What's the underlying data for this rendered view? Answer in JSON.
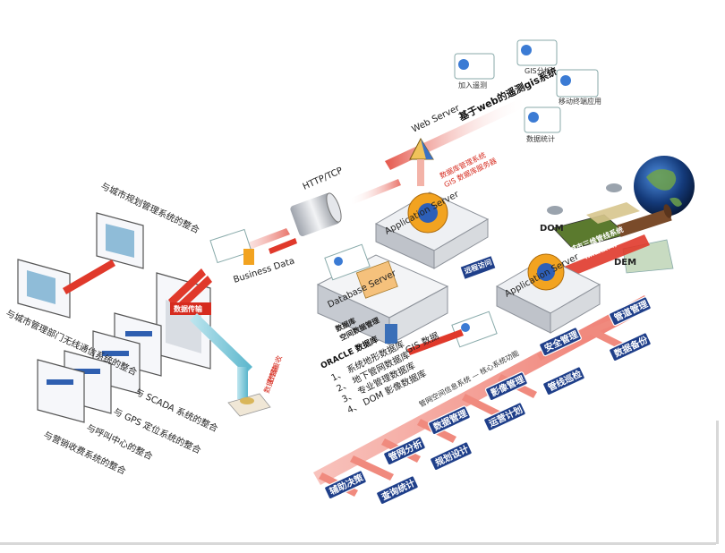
{
  "header": {
    "title": "基于web的遥测gis系统"
  },
  "top_right_nodes": [
    {
      "label": "加入遥测"
    },
    {
      "label": "GIS分析"
    },
    {
      "label": "移动终端应用"
    },
    {
      "label": "数据统计"
    }
  ],
  "center": {
    "web_server_label": "Web Server",
    "http_tcp_label": "HTTP/TCP",
    "business_data_label": "Business Data",
    "app_server_top_label": "Application Server",
    "app_server_right_label": "Application Server",
    "database_server_label": "Database Server",
    "spatial_label": "数据库",
    "spatial_sub": "空间数据管理",
    "oracle_title": "ORACLE 数据库",
    "oracle_items": [
      "1、 系统地形数据库",
      "2、 地下管网数据库",
      "3、 专业管理数据库",
      "4、 DOM 影像数据库"
    ],
    "gis_data_label": "GIS 数据",
    "red_note_top": "数据库管理系统\nGIS 数据库服务器",
    "red_note_right": "数据传输\n数据接收",
    "remote_label": "远程访问",
    "three_d_label": "城市三维管线系统\n(预留接口)",
    "dom_label": "DOM",
    "dem_label": "DEM"
  },
  "left_panels": [
    {
      "label": "与城市规划管理系统的整合"
    },
    {
      "label": "与城市管理部门无线通信系统的整合"
    },
    {
      "label": "与 SCADA 系统的整合"
    },
    {
      "label": "与 GPS 定位系统的整合"
    },
    {
      "label": "与呼叫中心的整合"
    },
    {
      "label": "与营销收费系统的整合"
    }
  ],
  "bus_caption": "管网空间信息系统 — 核心系统功能",
  "modules": [
    {
      "label": "管道管理"
    },
    {
      "label": "数据备份"
    },
    {
      "label": "安全管理"
    },
    {
      "label": "管线巡检"
    },
    {
      "label": "影像管理"
    },
    {
      "label": "运营计划"
    },
    {
      "label": "数据管理"
    },
    {
      "label": "管网分析"
    },
    {
      "label": "规划设计"
    },
    {
      "label": "辅助决策"
    },
    {
      "label": "查询统计"
    }
  ],
  "colors": {
    "accent": "#d62b1f",
    "bus": "#f4a79f",
    "tag": "#1f3f8a",
    "server": "#c9cbd2",
    "gear": "#f2a320",
    "gear_center": "#2d5fb8"
  }
}
